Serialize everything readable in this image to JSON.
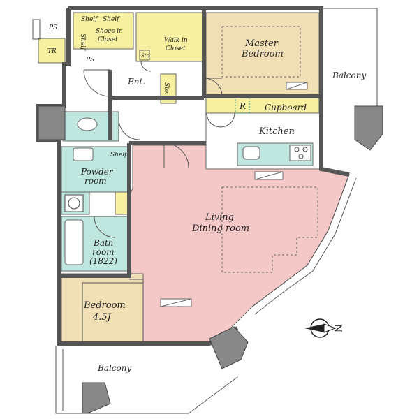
{
  "rooms": {
    "ps_top": "PS",
    "tr": "TR",
    "ps_mid": "PS",
    "shelf_1": "Shelf",
    "shelf_2": "Shelf",
    "shelf_3": "Shelf",
    "shoes_closet_line1": "Shoes in",
    "shoes_closet_line2": "Closet",
    "walk_in_line1": "Walk in",
    "walk_in_line2": "Closet",
    "sto_small": "Sto",
    "sto": "Sto.",
    "ent": "Ent.",
    "master_line1": "Master",
    "master_line2": "Bedroom",
    "balcony_right": "Balcony",
    "refrigerator": "R",
    "cupboard": "Cupboard",
    "kitchen": "Kitchen",
    "shelf_powder": "Shelf",
    "powder_line1": "Powder",
    "powder_line2": "room",
    "living_line1": "Living",
    "living_line2": "Dining room",
    "bath_line1": "Bath",
    "bath_line2": "room",
    "bath_line3": "(1822)",
    "bedroom_line1": "Bedroom",
    "bedroom_line2": "4.5J",
    "balcony_bottom": "Balcony",
    "compass": "N"
  },
  "colors": {
    "living": "#f5c8c8",
    "master": "#f1dfb6",
    "bedroom": "#f1dfb6",
    "closet": "#f7f0a0",
    "wet": "#bfe6df",
    "column": "#888888",
    "wall": "#555555"
  }
}
